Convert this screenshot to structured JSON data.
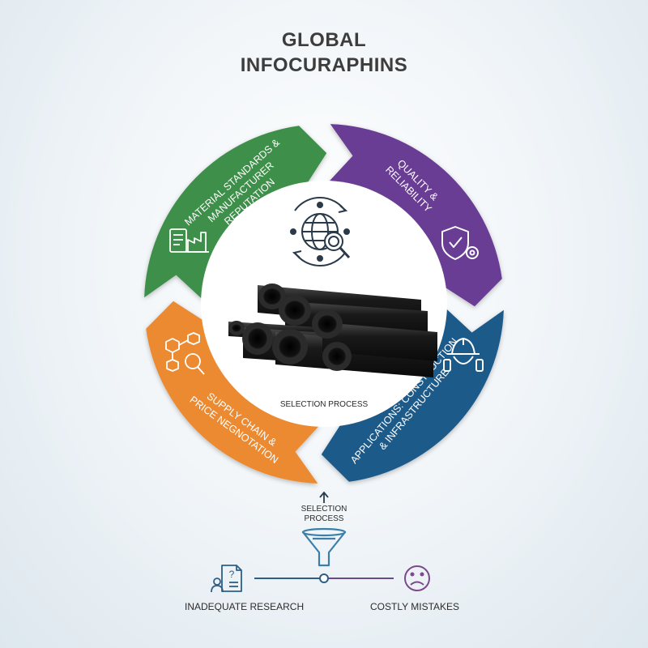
{
  "title": {
    "line1": "GLOBAL",
    "line2": "INFOCURAPHINS"
  },
  "colors": {
    "green": "#3d8f48",
    "purple": "#6a3d94",
    "blue": "#1f5a8a",
    "orange": "#ec8a32",
    "funnel": "#3b7fa8",
    "sad": "#7a4a8c"
  },
  "segments": {
    "green": {
      "lines": [
        "MATERIAL STANDARDS &",
        "MANUFACTURER",
        "REPUTATION"
      ],
      "icon": "factory-document-icon"
    },
    "purple": {
      "lines": [
        "QUALITY &",
        "RELIABILITY"
      ],
      "icon": "shield-gear-icon"
    },
    "blue": {
      "lines": [
        "APPLICATIONS: CONSTRUCTION",
        "& INFRASTRUCTURE"
      ],
      "icon": "hardhat-worker-icon"
    },
    "orange": {
      "lines": [
        "SUPPLY CHAIN &",
        "PRICE NEGNOTATION"
      ],
      "icon": "network-magnifier-icon"
    }
  },
  "center": {
    "label": "SELECTION PROCESS",
    "icon": "globe-search-icon",
    "image": "pipes-stack"
  },
  "funnel": {
    "label_line1": "SELECTION",
    "label_line2": "PROCESS",
    "icon": "funnel-icon",
    "arrow_icon": "arrow-up-icon"
  },
  "timeline": {
    "left": {
      "label": "INADEQUATE RESEARCH",
      "icon": "research-document-icon"
    },
    "right": {
      "label": "COSTLY MISTAKES",
      "icon": "sad-face-icon"
    }
  }
}
